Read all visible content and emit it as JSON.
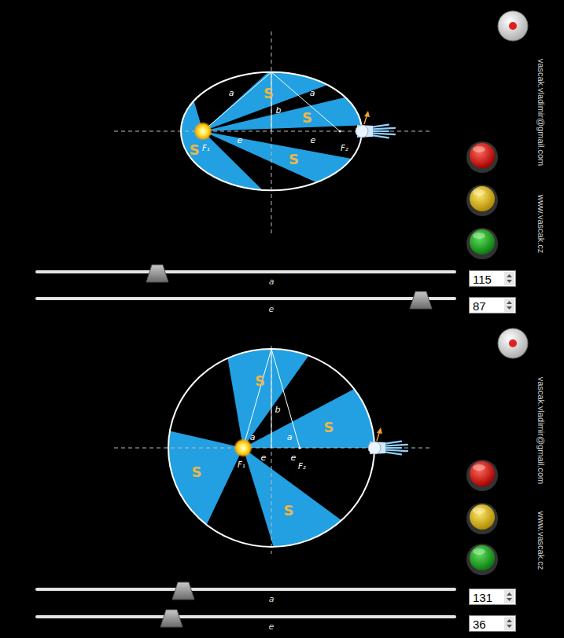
{
  "diagram": {
    "nodes": [
      {
        "text": [
          "115"
        ]
      },
      {
        "text": [
          "87"
        ]
      },
      {
        "text": [
          "131"
        ]
      },
      {
        "text": [
          "36"
        ]
      }
    ],
    "labels": [
      "S",
      "S",
      "S",
      "S",
      "a",
      "a",
      "b",
      "e",
      "e",
      "F₁",
      "F₂",
      "vascak.vladimir@gmail.com",
      "www.vascak.cz",
      "a",
      "e",
      "S",
      "S",
      "S",
      "S",
      "a",
      "a",
      "b",
      "e",
      "e",
      "F₁",
      "F₂",
      "vascak.vladimir@gmail.com",
      "www.vascak.cz",
      "a",
      "e"
    ]
  }
}
